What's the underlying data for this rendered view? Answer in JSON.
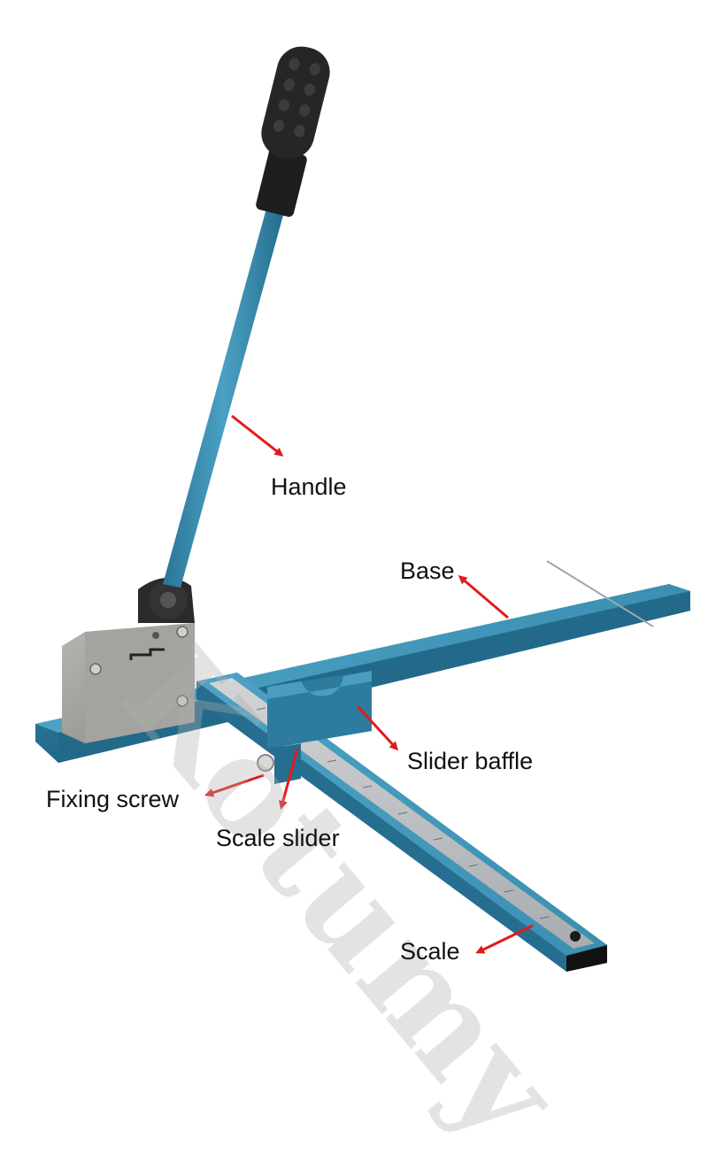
{
  "labels": {
    "handle": "Handle",
    "base": "Base",
    "slider_baffle": "Slider baffle",
    "fixing_screw": "Fixing screw",
    "scale_slider": "Scale slider",
    "scale": "Scale"
  },
  "watermark": "Kotumy",
  "colors": {
    "tool_body": "#2e7fa0",
    "grip": "#1f1f1f",
    "metal_block": "#9a9a96",
    "arrow": "#e11b1b"
  }
}
